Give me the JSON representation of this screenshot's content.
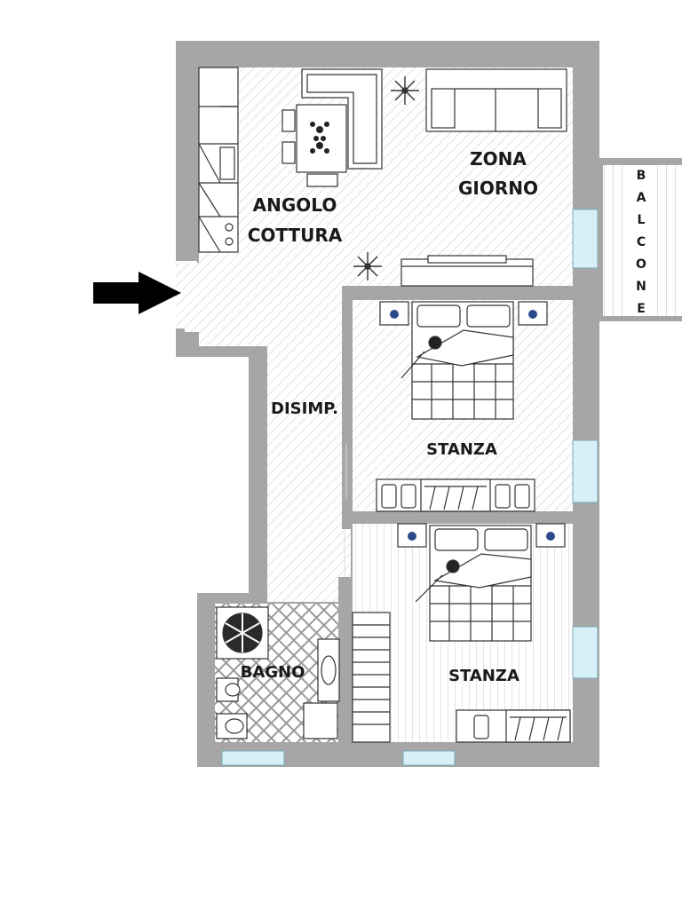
{
  "floorplan": {
    "rooms": {
      "angolo_cottura": [
        "ANGOLO",
        "COTTURA"
      ],
      "zona_giorno": [
        "ZONA",
        "GIORNO"
      ],
      "disimpegno": "DISIMP.",
      "stanza_1": "STANZA",
      "stanza_2": "STANZA",
      "bagno": "BAGNO",
      "balcone": [
        "B",
        "A",
        "L",
        "C",
        "O",
        "N",
        "E"
      ]
    },
    "entrance_indicator": "arrow-right",
    "colors": {
      "wall": "#a6a6a6",
      "window": "#d7eff7",
      "hatch": "#d4d4d4",
      "furniture_stroke": "#333333",
      "lamp_accent": "#2b4a8a",
      "label": "#1a1a1a"
    }
  }
}
